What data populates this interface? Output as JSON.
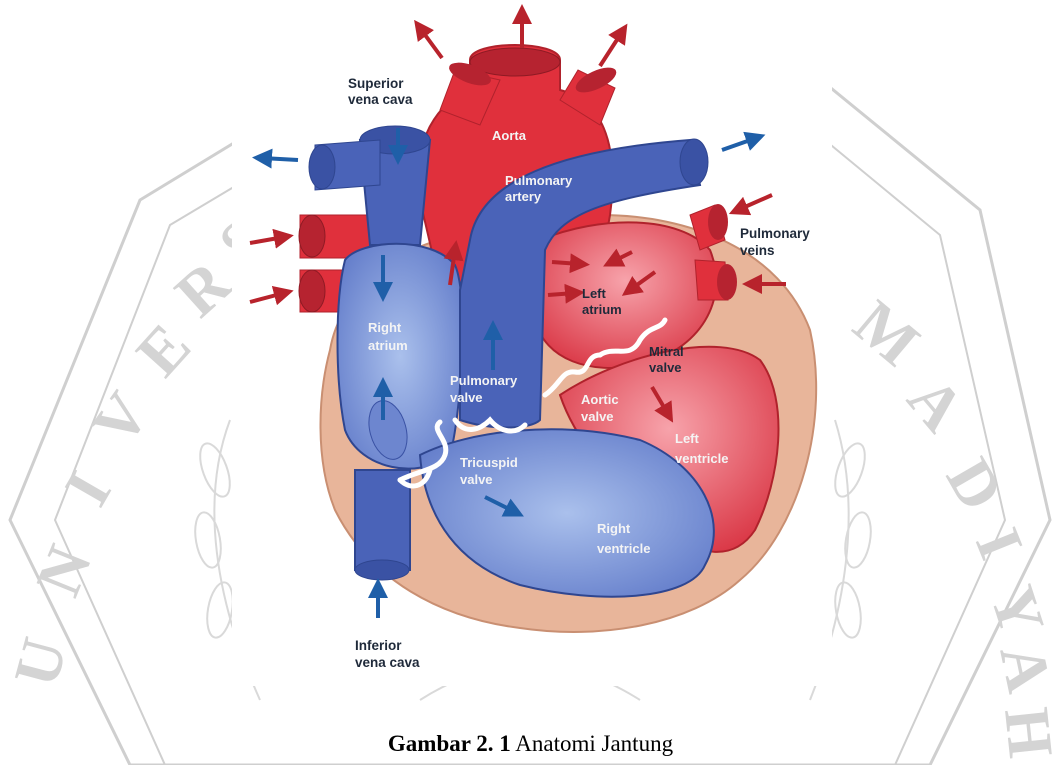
{
  "watermark": {
    "letters_left": [
      "U",
      "N",
      "I",
      "V",
      "E",
      "R",
      "S"
    ],
    "letters_right": [
      "M",
      "A",
      "D",
      "I",
      "Y",
      "A",
      "H"
    ]
  },
  "labels": {
    "superior_vena_cava": [
      "Superior",
      "vena cava"
    ],
    "aorta": "Aorta",
    "pulmonary_artery": [
      "Pulmonary",
      "artery"
    ],
    "pulmonary_veins": [
      "Pulmonary",
      "veins"
    ],
    "left_atrium": [
      "Left",
      "atrium"
    ],
    "right_atrium": [
      "Right",
      "atrium"
    ],
    "mitral_valve": [
      "Mitral",
      "valve"
    ],
    "pulmonary_valve": [
      "Pulmonary",
      "valve"
    ],
    "aortic_valve": [
      "Aortic",
      "valve"
    ],
    "left_ventricle": [
      "Left",
      "ventricle"
    ],
    "tricuspid_valve": [
      "Tricuspid",
      "valve"
    ],
    "right_ventricle": [
      "Right",
      "ventricle"
    ],
    "inferior_vena_cava": [
      "Inferior",
      "vena cava"
    ]
  },
  "caption": {
    "number": "Gambar 2. 1",
    "text": "Anatomi Jantung"
  },
  "colors": {
    "oxygenated": "#e0303c",
    "deoxygenated": "#4a63b8",
    "tissue": "#e8b59a",
    "blue_arrow": "#1f5fa8",
    "red_arrow": "#b8232c",
    "watermark": "#c9c9c9"
  }
}
